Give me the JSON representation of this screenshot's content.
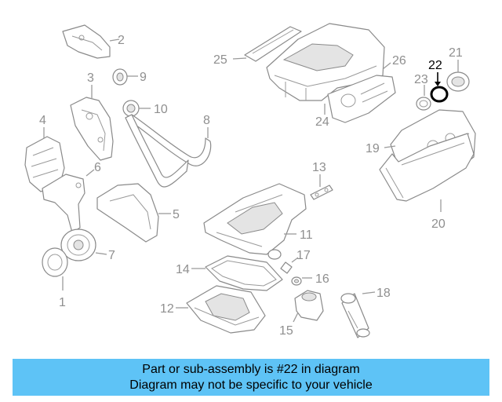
{
  "diagram": {
    "highlighted_part": "22",
    "highlight_color": "#000000",
    "part_color": "#8a8a8a",
    "callouts": {
      "p1": "1",
      "p2": "2",
      "p3": "3",
      "p4": "4",
      "p5": "5",
      "p6": "6",
      "p7": "7",
      "p8": "8",
      "p9": "9",
      "p10": "10",
      "p11": "11",
      "p12": "12",
      "p13": "13",
      "p14": "14",
      "p15": "15",
      "p16": "16",
      "p17": "17",
      "p18": "18",
      "p19": "19",
      "p20": "20",
      "p21": "21",
      "p22": "22",
      "p23": "23",
      "p24": "24",
      "p25": "25",
      "p26": "26"
    }
  },
  "banner": {
    "line1": "Part or sub-assembly is #22 in diagram",
    "line2": "Diagram may not be specific to your vehicle",
    "background": "#5ec3f6"
  }
}
